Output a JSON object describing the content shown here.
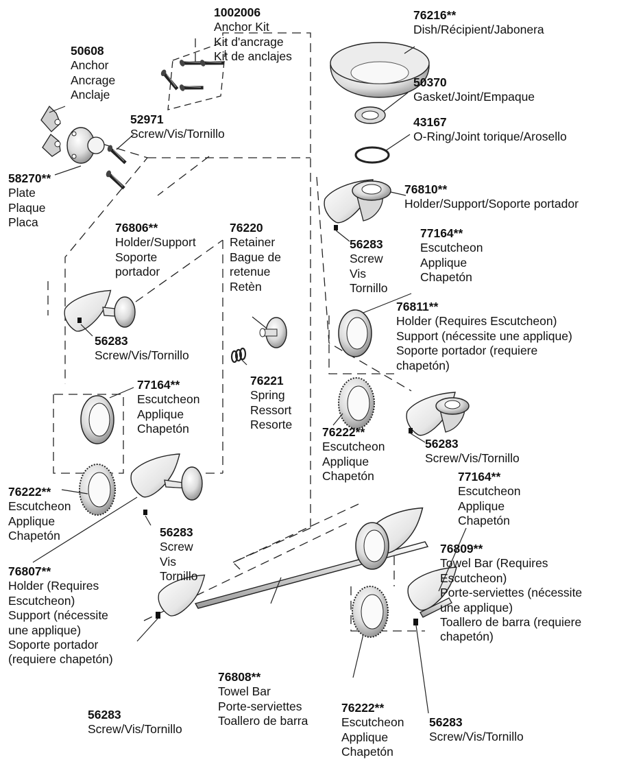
{
  "labels": [
    {
      "id": "anchor-kit",
      "number": "1002006",
      "lines": [
        "Anchor Kit",
        "Kit d'ancrage",
        "Kit de anclajes"
      ]
    },
    {
      "id": "anchor",
      "number": "50608",
      "lines": [
        "Anchor",
        "Ancrage",
        "Anclaje"
      ]
    },
    {
      "id": "plate-screw",
      "number": "52971",
      "lines": [
        "Screw/Vis/Tornillo"
      ]
    },
    {
      "id": "plate",
      "number": "58270**",
      "lines": [
        "Plate",
        "Plaque",
        "Placa"
      ]
    },
    {
      "id": "dish",
      "number": "76216**",
      "lines": [
        "Dish/Récipient/Jabonera"
      ]
    },
    {
      "id": "gasket",
      "number": "50370",
      "lines": [
        "Gasket/Joint/Empaque"
      ]
    },
    {
      "id": "o-ring",
      "number": "43167",
      "lines": [
        "O-Ring/Joint torique/Arosello"
      ]
    },
    {
      "id": "soap-holder",
      "number": "76810**",
      "lines": [
        "Holder/Support/Soporte portador"
      ]
    },
    {
      "id": "soap-holder-screw",
      "number": "56283",
      "lines": [
        "Screw",
        "Vis",
        "Tornillo"
      ]
    },
    {
      "id": "holder-support",
      "number": "76806**",
      "lines": [
        "Holder/Support",
        "Soporte",
        "portador"
      ]
    },
    {
      "id": "retainer",
      "number": "76220",
      "lines": [
        "Retainer",
        "Bague de",
        "retenue",
        "Retèn"
      ]
    },
    {
      "id": "holder-support-screw",
      "number": "56283",
      "lines": [
        "Screw/Vis/Tornillo"
      ]
    },
    {
      "id": "spring",
      "number": "76221",
      "lines": [
        "Spring",
        "Ressort",
        "Resorte"
      ]
    },
    {
      "id": "escutcheon-left",
      "number": "77164**",
      "lines": [
        "Escutcheon",
        "Applique",
        "Chapetón"
      ]
    },
    {
      "id": "escutcheon-left-2",
      "number": "76222**",
      "lines": [
        "Escutcheon",
        "Applique",
        "Chapetón"
      ]
    },
    {
      "id": "holder-left-screw",
      "number": "56283",
      "lines": [
        "Screw",
        "Vis",
        "Tornillo"
      ]
    },
    {
      "id": "holder-left",
      "number": "76807**",
      "lines": [
        "Holder (Requires",
        "Escutcheon)",
        "Support (nécessite",
        "une applique)",
        "Soporte portador",
        "(requiere chapetón)"
      ]
    },
    {
      "id": "escutcheon-right-top",
      "number": "77164**",
      "lines": [
        "Escutcheon",
        "Applique",
        "Chapetón"
      ]
    },
    {
      "id": "holder-right",
      "number": "76811**",
      "lines": [
        "Holder (Requires Escutcheon)",
        "Support (nécessite une applique)",
        "Soporte portador (requiere",
        "chapetón)"
      ]
    },
    {
      "id": "escutcheon-right-mid",
      "number": "76222**",
      "lines": [
        "Escutcheon",
        "Applique",
        "Chapetón"
      ]
    },
    {
      "id": "holder-right-screw",
      "number": "56283",
      "lines": [
        "Screw/Vis/Tornillo"
      ]
    },
    {
      "id": "escutcheon-bar-top",
      "number": "77164**",
      "lines": [
        "Escutcheon",
        "Applique",
        "Chapetón"
      ]
    },
    {
      "id": "towel-bar-right",
      "number": "76809**",
      "lines": [
        "Towel Bar (Requires",
        "Escutcheon)",
        "Porte-serviettes (nécessite",
        "une applique)",
        "Toallero de barra (requiere",
        "chapetón)"
      ]
    },
    {
      "id": "towel-bar",
      "number": "76808**",
      "lines": [
        "Towel Bar",
        "Porte-serviettes",
        "Toallero de barra"
      ]
    },
    {
      "id": "bar-left-screw",
      "number": "56283",
      "lines": [
        "Screw/Vis/Tornillo"
      ]
    },
    {
      "id": "escutcheon-bar-bottom",
      "number": "76222**",
      "lines": [
        "Escutcheon",
        "Applique",
        "Chapetón"
      ]
    },
    {
      "id": "bar-right-screw",
      "number": "56283",
      "lines": [
        "Screw/Vis/Tornillo"
      ]
    }
  ]
}
